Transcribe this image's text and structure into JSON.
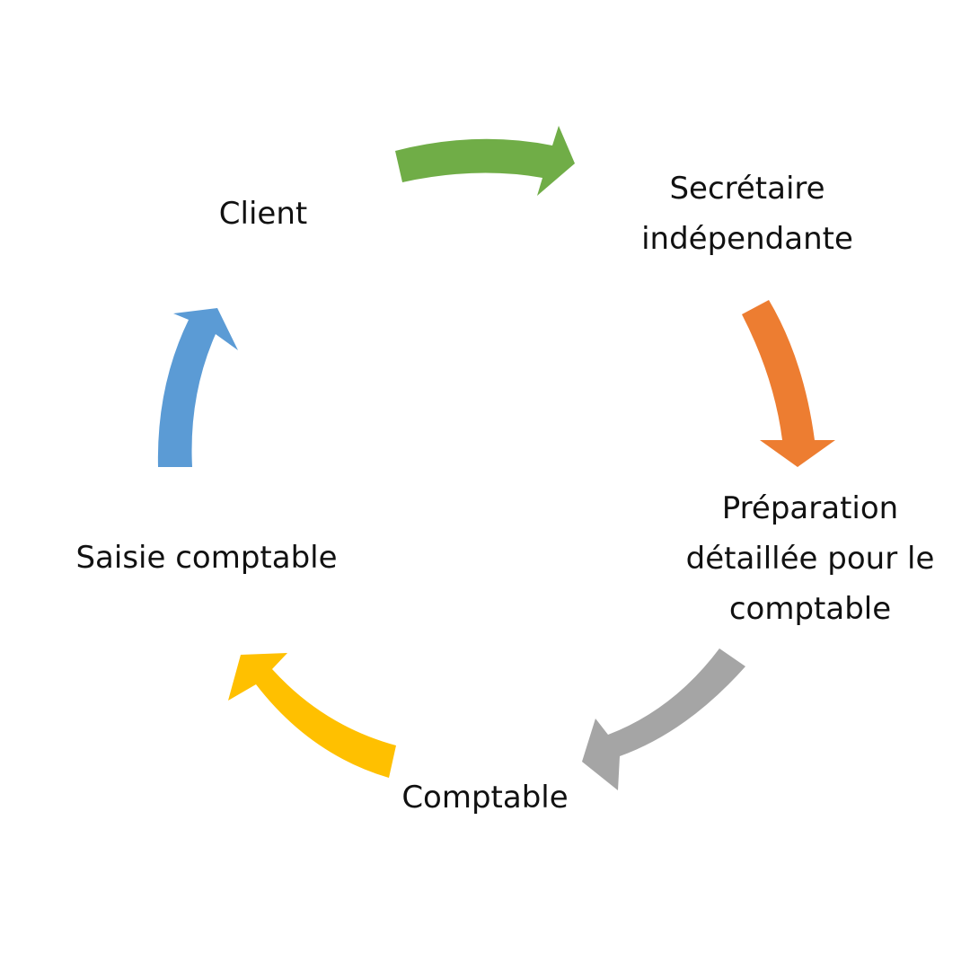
{
  "diagram": {
    "type": "cycle",
    "nodes": [
      {
        "id": "client",
        "lines": [
          "Client"
        ]
      },
      {
        "id": "secretaire",
        "lines": [
          "Secrétaire",
          "indépendante"
        ]
      },
      {
        "id": "preparation",
        "lines": [
          "Préparation",
          "détaillée pour le",
          "comptable"
        ]
      },
      {
        "id": "comptable",
        "lines": [
          "Comptable"
        ]
      },
      {
        "id": "saisie",
        "lines": [
          "Saisie comptable"
        ]
      }
    ],
    "arrows": [
      {
        "from": "client",
        "to": "secretaire",
        "color": "#70ad47"
      },
      {
        "from": "secretaire",
        "to": "preparation",
        "color": "#ed7d31"
      },
      {
        "from": "preparation",
        "to": "comptable",
        "color": "#a5a5a5"
      },
      {
        "from": "comptable",
        "to": "saisie",
        "color": "#ffc000"
      },
      {
        "from": "saisie",
        "to": "client",
        "color": "#5b9bd5"
      }
    ]
  }
}
